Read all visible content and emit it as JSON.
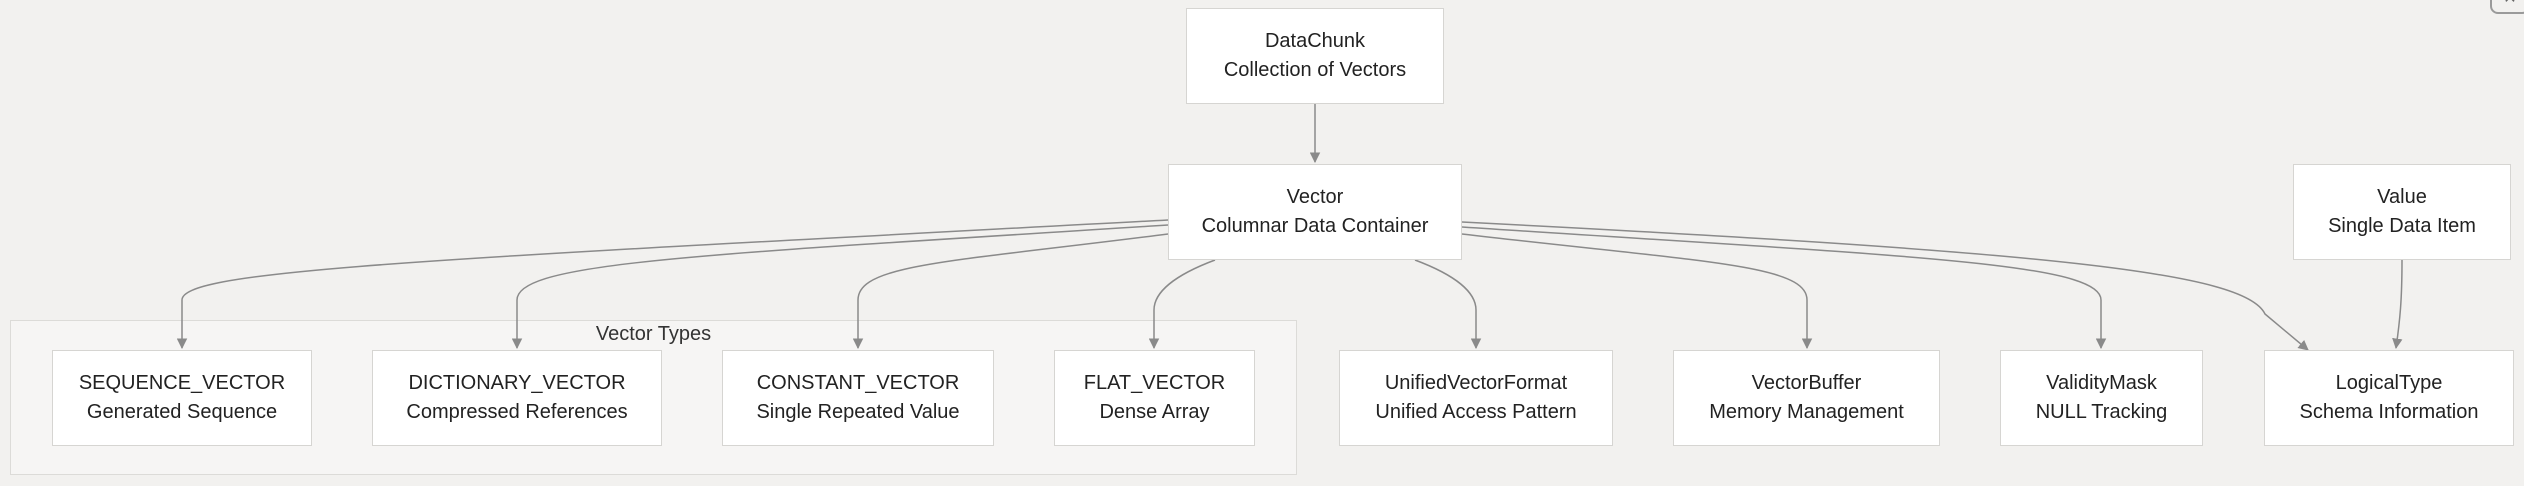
{
  "diagram": {
    "cluster_label": "Vector Types",
    "nodes": {
      "datachunk": {
        "title": "DataChunk",
        "subtitle": "Collection of Vectors"
      },
      "vector": {
        "title": "Vector",
        "subtitle": "Columnar Data Container"
      },
      "value": {
        "title": "Value",
        "subtitle": "Single Data Item"
      },
      "sequence": {
        "title": "SEQUENCE_VECTOR",
        "subtitle": "Generated Sequence"
      },
      "dictionary": {
        "title": "DICTIONARY_VECTOR",
        "subtitle": "Compressed References"
      },
      "constant": {
        "title": "CONSTANT_VECTOR",
        "subtitle": "Single Repeated Value"
      },
      "flat": {
        "title": "FLAT_VECTOR",
        "subtitle": "Dense Array"
      },
      "unified": {
        "title": "UnifiedVectorFormat",
        "subtitle": "Unified Access Pattern"
      },
      "buffer": {
        "title": "VectorBuffer",
        "subtitle": "Memory Management"
      },
      "validity": {
        "title": "ValidityMask",
        "subtitle": "NULL Tracking"
      },
      "logicaltype": {
        "title": "LogicalType",
        "subtitle": "Schema Information"
      }
    },
    "edges": [
      {
        "from": "DataChunk",
        "to": "Vector"
      },
      {
        "from": "Vector",
        "to": "SEQUENCE_VECTOR"
      },
      {
        "from": "Vector",
        "to": "DICTIONARY_VECTOR"
      },
      {
        "from": "Vector",
        "to": "CONSTANT_VECTOR"
      },
      {
        "from": "Vector",
        "to": "FLAT_VECTOR"
      },
      {
        "from": "Vector",
        "to": "UnifiedVectorFormat"
      },
      {
        "from": "Vector",
        "to": "VectorBuffer"
      },
      {
        "from": "Vector",
        "to": "ValidityMask"
      },
      {
        "from": "Vector",
        "to": "LogicalType"
      },
      {
        "from": "Value",
        "to": "LogicalType"
      }
    ]
  },
  "colors": {
    "background": "#f2f1ef",
    "node_fill": "#ffffff",
    "edge": "#8a8a8a",
    "cluster_fill": "#f6f5f4"
  }
}
